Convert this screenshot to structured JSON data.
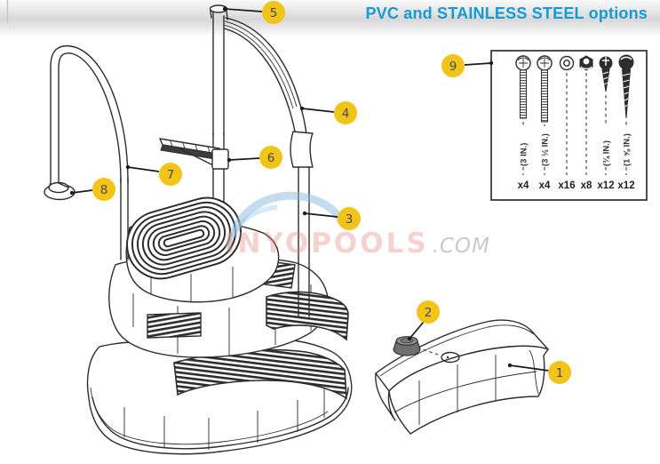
{
  "header": {
    "title": "PVC and STAINLESS STEEL options"
  },
  "watermark": {
    "brand": "INYOPOOLS",
    "suffix": ".COM"
  },
  "callouts": {
    "labels": [
      "1",
      "2",
      "3",
      "4",
      "5",
      "6",
      "7",
      "8",
      "9"
    ]
  },
  "hardware_box": {
    "fasteners": [
      {
        "name": "machine-screw-3in",
        "size_label": "(3 IN.)",
        "qty": "x4"
      },
      {
        "name": "machine-screw-3half",
        "size_label": "(3 ½ IN.)",
        "qty": "x4"
      },
      {
        "name": "washer",
        "size_label": "",
        "qty": "x16"
      },
      {
        "name": "hex-nut",
        "size_label": "",
        "qty": "x8"
      },
      {
        "name": "screw-three-quarter",
        "size_label": "(¾ IN.)",
        "qty": "x12"
      },
      {
        "name": "screw-1-five-eighth",
        "size_label": "(1 ⅝ IN.)",
        "qty": "x12"
      }
    ]
  },
  "colors": {
    "title": "#1799D5",
    "callout_fill": "#F2C318",
    "line_art": "#2D2D2D"
  }
}
